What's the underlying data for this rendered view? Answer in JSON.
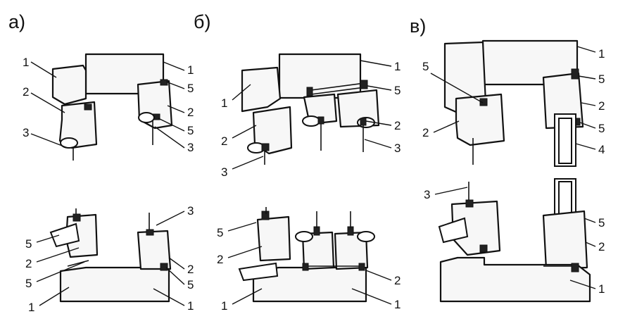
{
  "panels": [
    {
      "id": "a",
      "title": "а)"
    },
    {
      "id": "b",
      "title": "б)"
    },
    {
      "id": "v",
      "title": "в)"
    }
  ],
  "labels": {
    "a_top": [
      "1",
      "2",
      "3",
      "1",
      "5",
      "2",
      "5",
      "3"
    ],
    "a_bot": [
      "5",
      "2",
      "5",
      "1",
      "3",
      "2",
      "5",
      "1"
    ],
    "b_top": [
      "1",
      "2",
      "3",
      "1",
      "5",
      "2",
      "3"
    ],
    "b_bot": [
      "5",
      "2",
      "1",
      "2",
      "1"
    ],
    "v_top": [
      "5",
      "2",
      "1",
      "5",
      "2",
      "5",
      "4"
    ],
    "v_bot": [
      "3",
      "5",
      "2",
      "1"
    ]
  }
}
